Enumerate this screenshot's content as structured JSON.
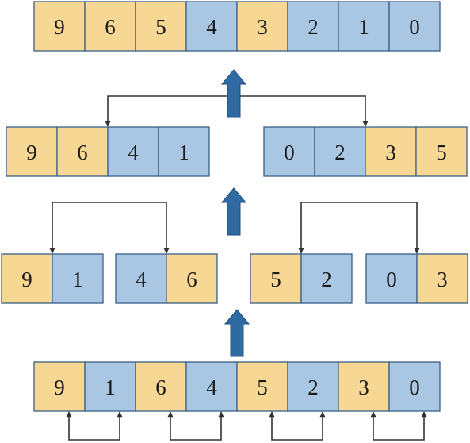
{
  "colors": {
    "orange": "#f7d794",
    "blue": "#a9c7e3",
    "border": "#3a5f88",
    "arrow_line": "#333333",
    "up_arrow_fill": "#2f6aa3",
    "up_arrow_stroke": "#1d4c7c"
  },
  "rows": [
    {
      "name": "row-top",
      "groups": [
        {
          "cells": [
            {
              "value": "9",
              "color": "orange"
            },
            {
              "value": "6",
              "color": "orange"
            },
            {
              "value": "5",
              "color": "orange"
            },
            {
              "value": "4",
              "color": "blue"
            },
            {
              "value": "3",
              "color": "orange"
            },
            {
              "value": "2",
              "color": "blue"
            },
            {
              "value": "1",
              "color": "blue"
            },
            {
              "value": "0",
              "color": "blue"
            }
          ]
        }
      ]
    },
    {
      "name": "row-second",
      "groups": [
        {
          "cells": [
            {
              "value": "9",
              "color": "orange"
            },
            {
              "value": "6",
              "color": "orange"
            },
            {
              "value": "4",
              "color": "blue"
            },
            {
              "value": "1",
              "color": "blue"
            }
          ]
        },
        {
          "cells": [
            {
              "value": "0",
              "color": "blue"
            },
            {
              "value": "2",
              "color": "blue"
            },
            {
              "value": "3",
              "color": "orange"
            },
            {
              "value": "5",
              "color": "orange"
            }
          ]
        }
      ]
    },
    {
      "name": "row-third",
      "groups": [
        {
          "cells": [
            {
              "value": "9",
              "color": "orange"
            },
            {
              "value": "1",
              "color": "blue"
            }
          ]
        },
        {
          "cells": [
            {
              "value": "4",
              "color": "blue"
            },
            {
              "value": "6",
              "color": "orange"
            }
          ]
        },
        {
          "cells": [
            {
              "value": "5",
              "color": "orange"
            },
            {
              "value": "2",
              "color": "blue"
            }
          ]
        },
        {
          "cells": [
            {
              "value": "0",
              "color": "blue"
            },
            {
              "value": "3",
              "color": "orange"
            }
          ]
        }
      ]
    },
    {
      "name": "row-bottom",
      "groups": [
        {
          "cells": [
            {
              "value": "9",
              "color": "orange"
            },
            {
              "value": "1",
              "color": "blue"
            },
            {
              "value": "6",
              "color": "orange"
            },
            {
              "value": "4",
              "color": "blue"
            },
            {
              "value": "5",
              "color": "orange"
            },
            {
              "value": "2",
              "color": "blue"
            },
            {
              "value": "3",
              "color": "orange"
            },
            {
              "value": "0",
              "color": "blue"
            }
          ]
        }
      ]
    }
  ]
}
